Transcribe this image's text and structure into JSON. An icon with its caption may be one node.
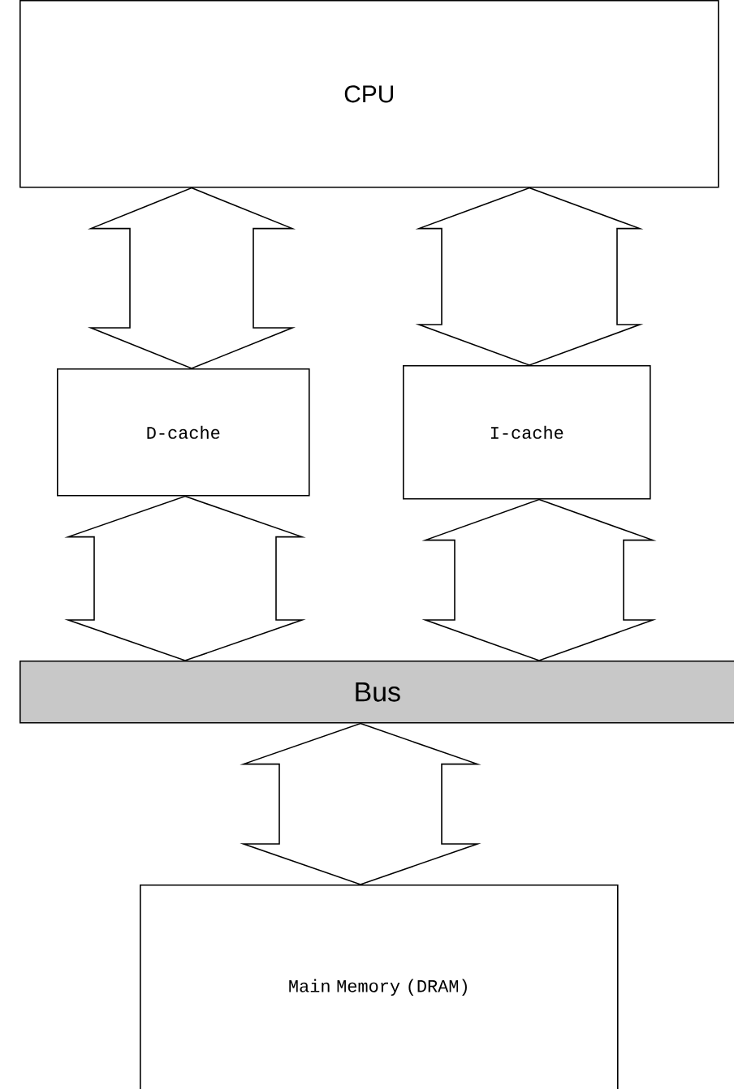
{
  "diagram": {
    "nodes": [
      {
        "text": [
          "CPU"
        ]
      },
      {
        "text": [
          "D-cache"
        ]
      },
      {
        "text": [
          "I-cache"
        ]
      },
      {
        "text": [
          "Bus"
        ]
      },
      {
        "text": [
          "Main Memory (DRAM)"
        ]
      }
    ],
    "edges": [
      {
        "from": 0,
        "to": 1,
        "arrow": "both"
      },
      {
        "from": 0,
        "to": 2,
        "arrow": "both"
      },
      {
        "from": 1,
        "to": 3,
        "arrow": "both"
      },
      {
        "from": 2,
        "to": 3,
        "arrow": "both"
      },
      {
        "from": 3,
        "to": 4,
        "arrow": "both"
      }
    ]
  }
}
